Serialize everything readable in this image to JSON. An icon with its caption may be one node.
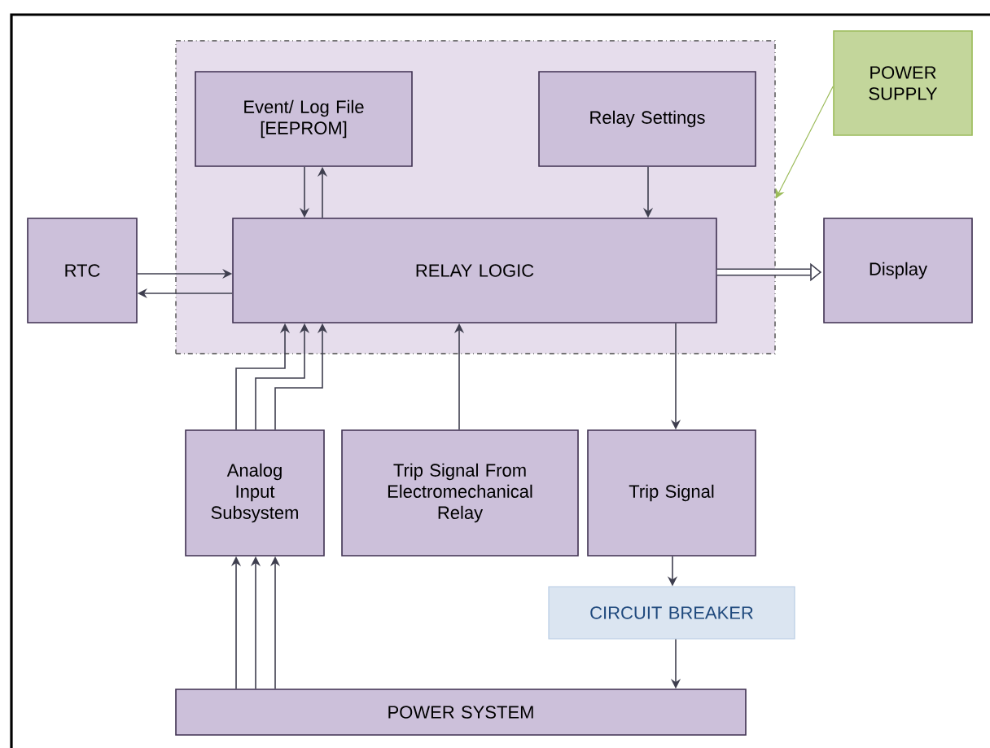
{
  "diagram": {
    "nodes": [
      {
        "text": [],
        "shape": "box"
      },
      {
        "text": [
          "Event/ Log File [EEPROM]"
        ],
        "in": 0
      },
      {
        "text": [
          "Relay Settings"
        ],
        "in": 0
      },
      {
        "text": [
          "RELAY LOGIC"
        ],
        "in": 0
      },
      {
        "text": [
          "RTC"
        ]
      },
      {
        "text": [
          "Display"
        ]
      },
      {
        "text": [
          "POWER SUPPLY"
        ]
      },
      {
        "text": [
          "Analog Input Subsystem"
        ]
      },
      {
        "text": [
          "Trip Signal From Electromechanical Relay"
        ]
      },
      {
        "text": [
          "Trip Signal"
        ]
      },
      {
        "text": [
          "CIRCUIT BREAKER"
        ]
      },
      {
        "text": [
          "POWER SYSTEM"
        ]
      }
    ],
    "edges": [
      {
        "from": 1,
        "to": 3,
        "arrow": "to"
      },
      {
        "from": 3,
        "to": 1,
        "arrow": "to"
      },
      {
        "from": 2,
        "to": 3,
        "arrow": "to"
      },
      {
        "from": 4,
        "to": 3,
        "arrow": "to"
      },
      {
        "from": 3,
        "to": 4,
        "arrow": "to"
      },
      {
        "from": 3,
        "to": 5,
        "arrow": "to",
        "style": "thick"
      },
      {
        "from": 6,
        "to": 0,
        "arrow": "to",
        "color": "#9bbb59"
      },
      {
        "from": 7,
        "to": 3,
        "arrow": "to"
      },
      {
        "from": 7,
        "to": 3,
        "arrow": "to"
      },
      {
        "from": 7,
        "to": 3,
        "arrow": "to"
      },
      {
        "from": 8,
        "to": 3,
        "arrow": "to"
      },
      {
        "from": 3,
        "to": 9,
        "arrow": "to"
      },
      {
        "from": 9,
        "to": 10,
        "arrow": "to"
      },
      {
        "from": 10,
        "to": 11,
        "arrow": "to"
      },
      {
        "from": 11,
        "to": 7,
        "arrow": "to"
      },
      {
        "from": 11,
        "to": 7,
        "arrow": "to"
      },
      {
        "from": 11,
        "to": 7,
        "arrow": "to"
      }
    ]
  }
}
